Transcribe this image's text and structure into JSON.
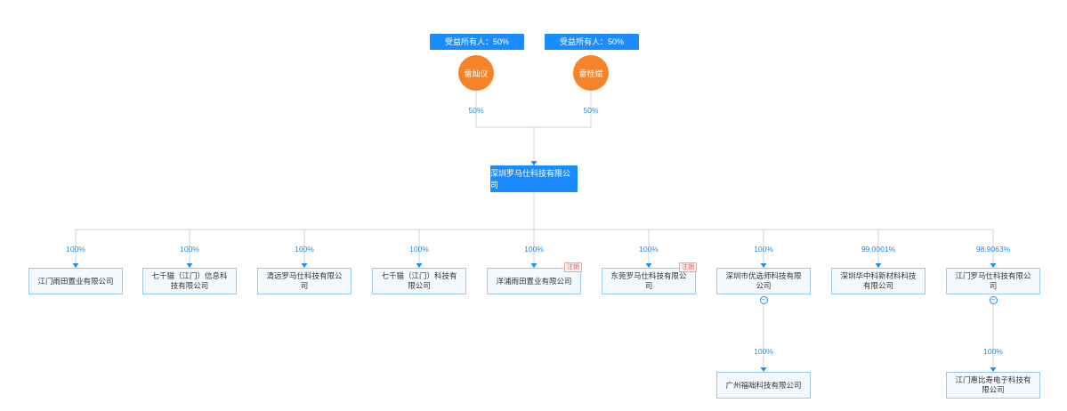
{
  "owners": [
    {
      "tag": "受益所有人：50%",
      "name": "雷灿仪",
      "percent": "50%"
    },
    {
      "tag": "受益所有人：50%",
      "name": "雷桂斌",
      "percent": "50%"
    }
  ],
  "root": {
    "name": "深圳罗马仕科技有限公司"
  },
  "subsidiaries": [
    {
      "name": "江门雨田置业有限公司",
      "percent": "100%",
      "badge": ""
    },
    {
      "name": "七千猫（江门）信息科技有限公司",
      "percent": "100%",
      "badge": ""
    },
    {
      "name": "清远罗马仕科技有限公司",
      "percent": "100%",
      "badge": ""
    },
    {
      "name": "七千猫（江门）科技有限公司",
      "percent": "100%",
      "badge": ""
    },
    {
      "name": "洋浦雨田置业有限公司",
      "percent": "100%",
      "badge": "注销"
    },
    {
      "name": "东莞罗马仕科技有限公司",
      "percent": "100%",
      "badge": "注销"
    },
    {
      "name": "深圳市优选师科技有限公司",
      "percent": "100%",
      "badge": ""
    },
    {
      "name": "深圳华中科新材料科技有限公司",
      "percent": "99.0001%",
      "badge": ""
    },
    {
      "name": "江门罗马仕科技有限公司",
      "percent": "98.9063%",
      "badge": ""
    }
  ],
  "grandchildren": [
    {
      "parent": 6,
      "name": "广州福咄科技有限公司",
      "percent": "100%"
    },
    {
      "parent": 8,
      "name": "江门惠比寿电子科技有限公司",
      "percent": "100%"
    }
  ],
  "colors": {
    "accent": "#1a8cff",
    "person": "#f5832a",
    "line": "#c9d3dc",
    "badge": "#e8534a"
  }
}
